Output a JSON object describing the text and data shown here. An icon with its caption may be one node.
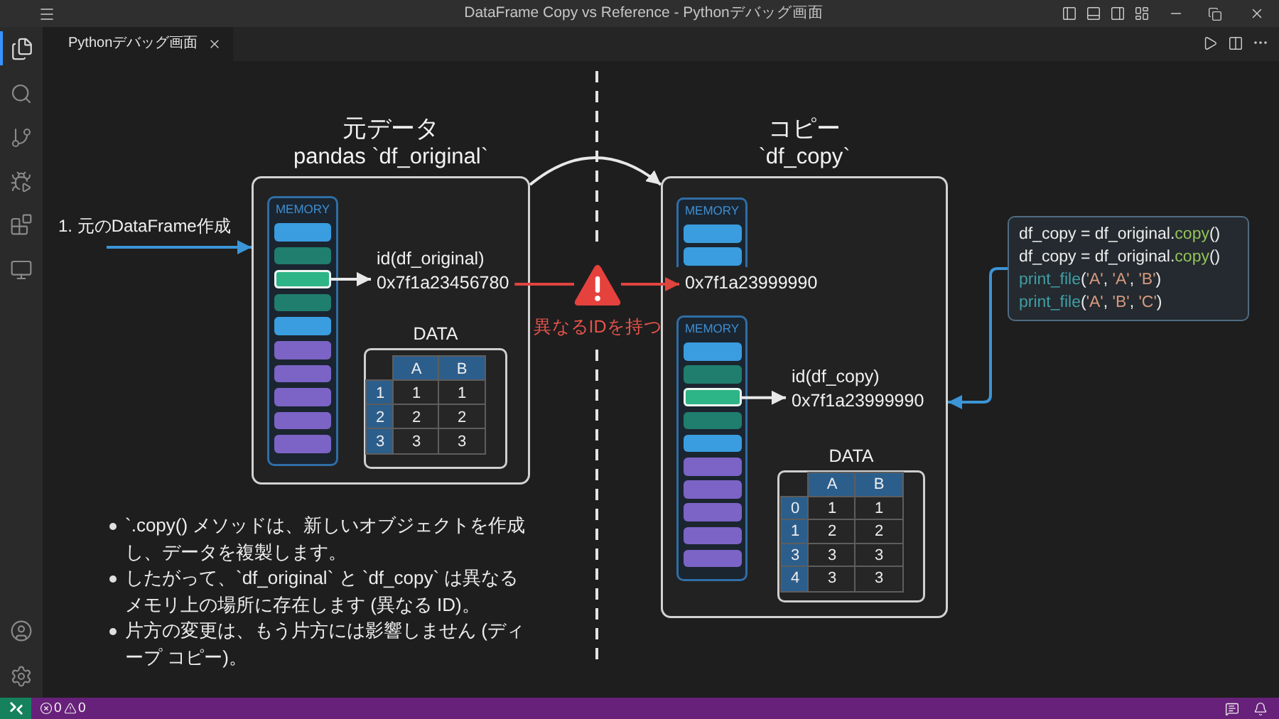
{
  "diagram": {
    "title": "DataFrame Copy vs Reference - Pythonデバッグ画面",
    "nodes": [
      {
        "text": [
          "元データ",
          "pandas `df_original`"
        ]
      },
      {
        "text": [
          "MEMORY"
        ],
        "in": 0
      },
      {
        "text": [],
        "shape": "bar",
        "in": 1
      },
      {
        "text": [
          "id(df_original)",
          "0x7f1a23456780"
        ],
        "in": 0
      },
      {
        "text": [
          "DATA"
        ],
        "in": 0
      },
      {
        "text": [],
        "shape": "triangle",
        "beside": [
          "異なるIDを持つ"
        ]
      },
      {
        "text": [
          "コピー",
          "`df_copy`"
        ]
      },
      {
        "text": [
          "MEMORY"
        ],
        "in": 6
      },
      {
        "text": [
          "0x7f1a23999990"
        ],
        "in": 6
      },
      {
        "text": [
          "MEMORY"
        ],
        "in": 6
      },
      {
        "text": [],
        "shape": "bar",
        "in": 9
      },
      {
        "text": [
          "id(df_copy)",
          "0x7f1a23999990"
        ],
        "in": 6
      },
      {
        "text": [
          "DATA"
        ],
        "in": 6
      },
      {
        "text": [
          "df_copy = df_original.copy()",
          "df_copy = df_original.copy()",
          "print_file('A', 'A', 'B')",
          "print_file('A', 'B', 'C')"
        ]
      }
    ],
    "edges": [
      {
        "from": null,
        "to": 0,
        "arrow": "to",
        "label": "1. 元のDataFrame作成",
        "color": "#3b95d6"
      },
      {
        "from": 2,
        "to": 3,
        "arrow": "to"
      },
      {
        "from": 3,
        "to": 5,
        "arrow": "none",
        "color": "#e0443e"
      },
      {
        "from": 5,
        "to": 8,
        "arrow": "to",
        "color": "#e0443e"
      },
      {
        "from": 0,
        "to": 6,
        "arrow": "to"
      },
      {
        "from": 10,
        "to": 11,
        "arrow": "to"
      },
      {
        "from": 13,
        "to": 6,
        "arrow": "to",
        "color": "#3b95d6"
      }
    ],
    "labels": [
      "Pythonデバッグ画面",
      "A",
      "B",
      "1",
      "1",
      "1",
      "2",
      "2",
      "2",
      "3",
      "3",
      "3",
      "A",
      "B",
      "0",
      "1",
      "1",
      "1",
      "2",
      "2",
      "3",
      "3",
      "3",
      "4",
      "3",
      "3",
      "`.copy() メソッドは、新しいオブジェクトを作成し、データを複製します。",
      "したがって、`df_original` と `df_copy` は異なるメモリ上の場所に存在します (異なる ID)。",
      "片方の変更は、もう片方には影響しません (ディープ コピー)。",
      "0",
      "0"
    ]
  }
}
